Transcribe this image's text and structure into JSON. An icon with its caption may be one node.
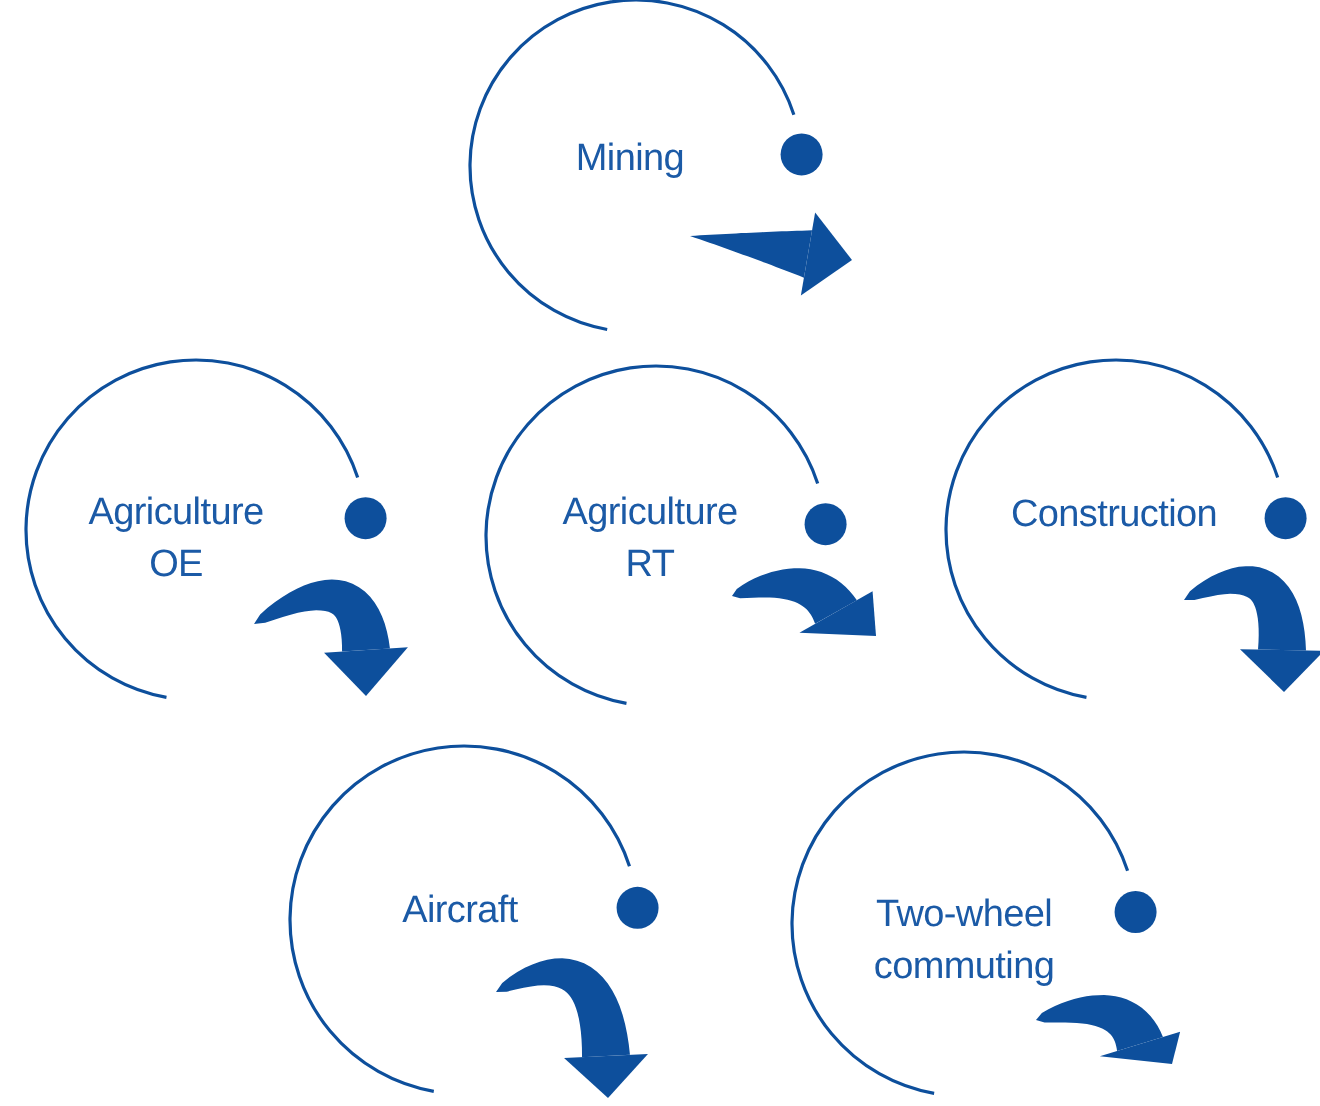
{
  "diagram": {
    "nodes": [
      {
        "text": [
          "Mining"
        ]
      },
      {
        "text": [
          "Agriculture OE"
        ]
      },
      {
        "text": [
          "Agriculture RT"
        ]
      },
      {
        "text": [
          "Construction"
        ]
      },
      {
        "text": [
          "Aircraft"
        ]
      },
      {
        "text": [
          "Two-wheel commuting"
        ]
      }
    ]
  }
}
